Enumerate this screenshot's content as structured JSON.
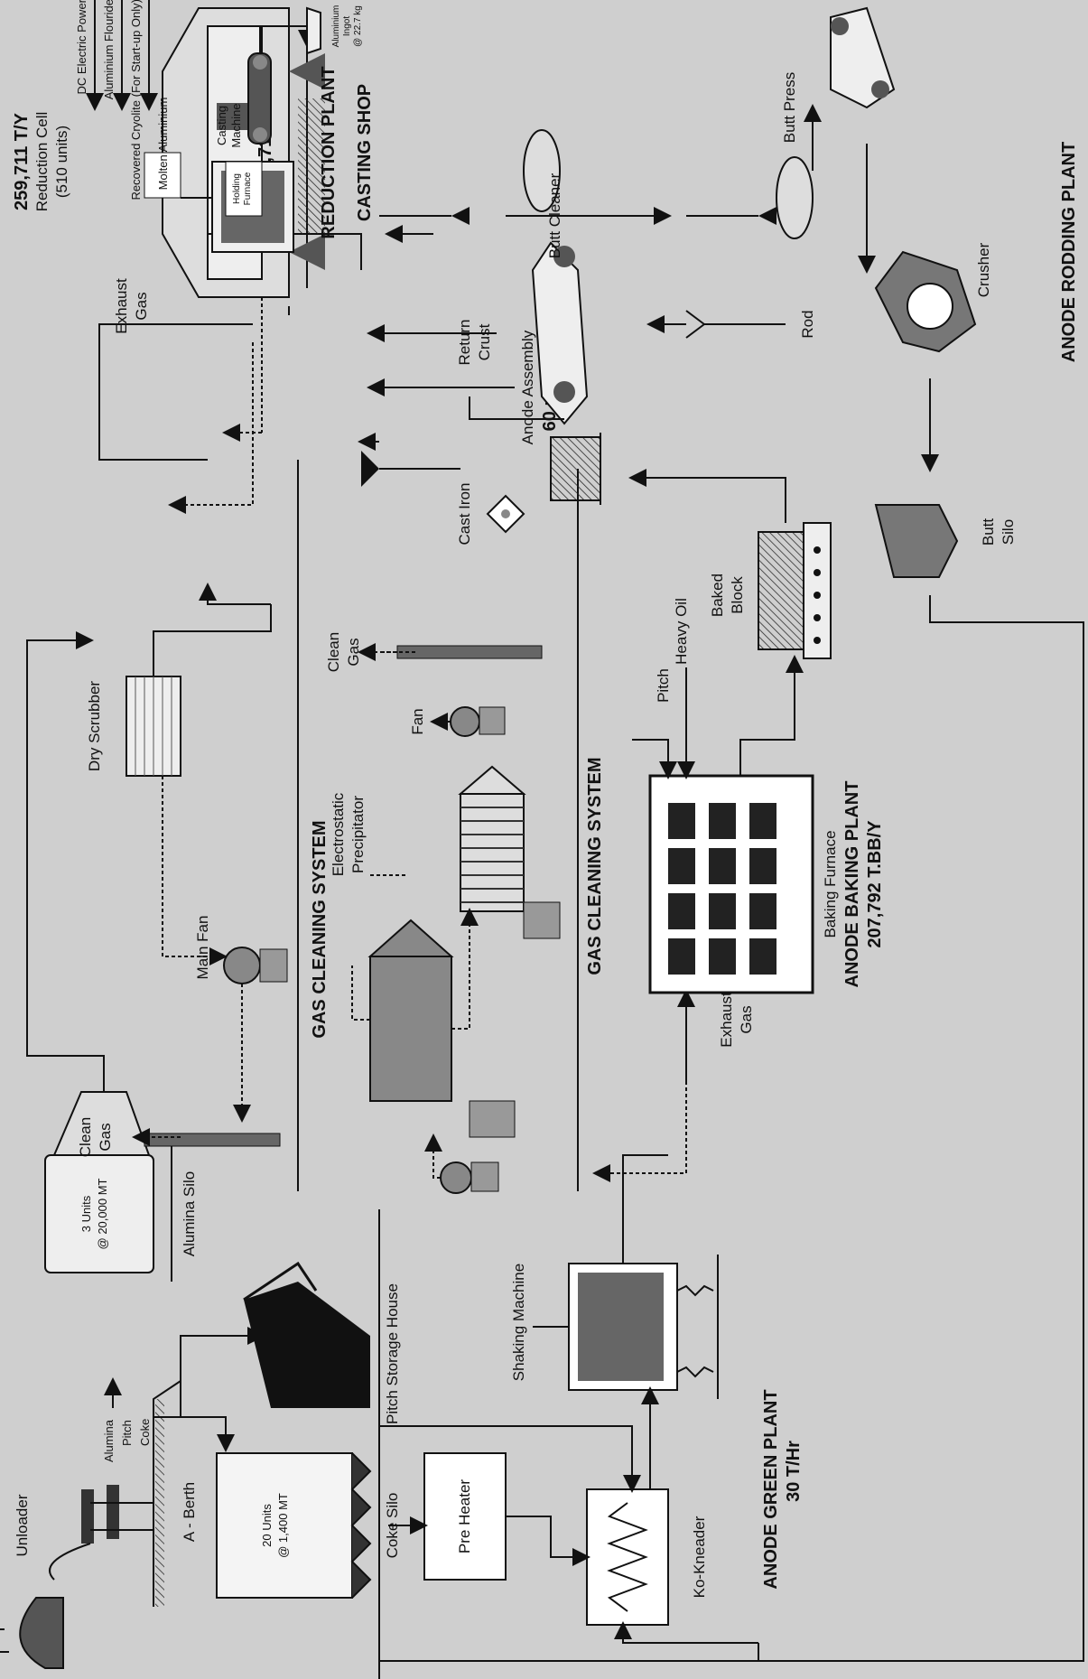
{
  "colors": {
    "background": "#cfcfcf",
    "ink": "#111111",
    "equipment_fill": "#7a7a7a",
    "light_fill": "#eeeeee"
  },
  "icons": [
    "ship-icon",
    "unloader-icon",
    "silo-icon",
    "furnace-icon",
    "fan-icon",
    "stack-icon",
    "conveyor-icon",
    "crusher-icon",
    "anode-rod-icon",
    "ingot-icon"
  ],
  "unloader": {
    "label": "Unloader"
  },
  "berth": {
    "label": "A - Berth"
  },
  "materials": {
    "alumina": "Alumina",
    "pitch": "Pitch",
    "coke": "Coke"
  },
  "alumina_silo": {
    "label": "Alumina Silo",
    "capacity_line1": "3 Units",
    "capacity_line2": "@ 20,000 MT"
  },
  "pitch_storage": {
    "label": "Pitch Storage House"
  },
  "coke_silo": {
    "label": "Coke Silo",
    "capacity_line1": "20 Units",
    "capacity_line2": "@ 1,400 MT"
  },
  "pre_heater": {
    "label": "Pre Heater"
  },
  "kneader": {
    "label": "Ko-Kneader"
  },
  "shaking_machine": {
    "label": "Shaking Machine"
  },
  "green_plant": {
    "title": "ANODE GREEN PLANT",
    "capacity": "30 T/Hr"
  },
  "gas_cleaning_top": {
    "title": "GAS CLEANING SYSTEM",
    "clean_gas_line1": "Clean",
    "clean_gas_line2": "Gas",
    "main_fan": "Main Fan",
    "dry_scrubber": "Dry Scrubber"
  },
  "gas_cleaning_mid": {
    "title": "GAS CLEANING SYSTEM",
    "electrostatic_line1": "Electrostatic",
    "electrostatic_line2": "Precipitator",
    "fan": "Fan",
    "clean_gas_line1": "Clean",
    "clean_gas_line2": "Gas"
  },
  "baking_plant": {
    "exhaust_line1": "Exhaust",
    "exhaust_line2": "Gas",
    "pitch": "Pitch",
    "heavy_oil": "Heavy Oil",
    "furnace_label": "Baking Furnace",
    "title": "ANODE BAKING PLANT",
    "capacity": "207,792 T.BB/Y"
  },
  "baked_block": {
    "line1": "Baked",
    "line2": "Block"
  },
  "reduction": {
    "capacity": "259,711 T/Y",
    "cell_line1": "Reduction Cell",
    "cell_line2": "(510 units)",
    "exhaust_line1": "Exhaust",
    "exhaust_line2": "Gas",
    "pot_text": "259,711 T/Y",
    "title": "REDUCTION PLANT",
    "inputs": [
      "DC Electric Power",
      "Aluminium Flouride",
      "Recovered Cryolite (For Start-up Only)"
    ],
    "molten": "Molten Aluminium"
  },
  "casting": {
    "holding_line1": "Holding",
    "holding_line2": "Furnace",
    "machine_line1": "Casting",
    "machine_line2": "Machine",
    "title": "CASTING SHOP",
    "ingot_line1": "Aluminium",
    "ingot_line2": "Ingot",
    "ingot_line3": "@ 22.7 kg"
  },
  "cast_iron": {
    "label": "Cast Iron"
  },
  "anode_assembly": {
    "line1": "Anode Assembly",
    "line2": "60 rods/hr"
  },
  "return_crust": {
    "line1": "Return",
    "line2": "Crust"
  },
  "rodding": {
    "butt_cleaner": "Butt Cleaner",
    "butt_press": "Butt Press",
    "rod": "Rod",
    "crusher": "Crusher",
    "butt_silo_line1": "Butt",
    "butt_silo_line2": "Silo",
    "title": "ANODE RODDING PLANT"
  }
}
